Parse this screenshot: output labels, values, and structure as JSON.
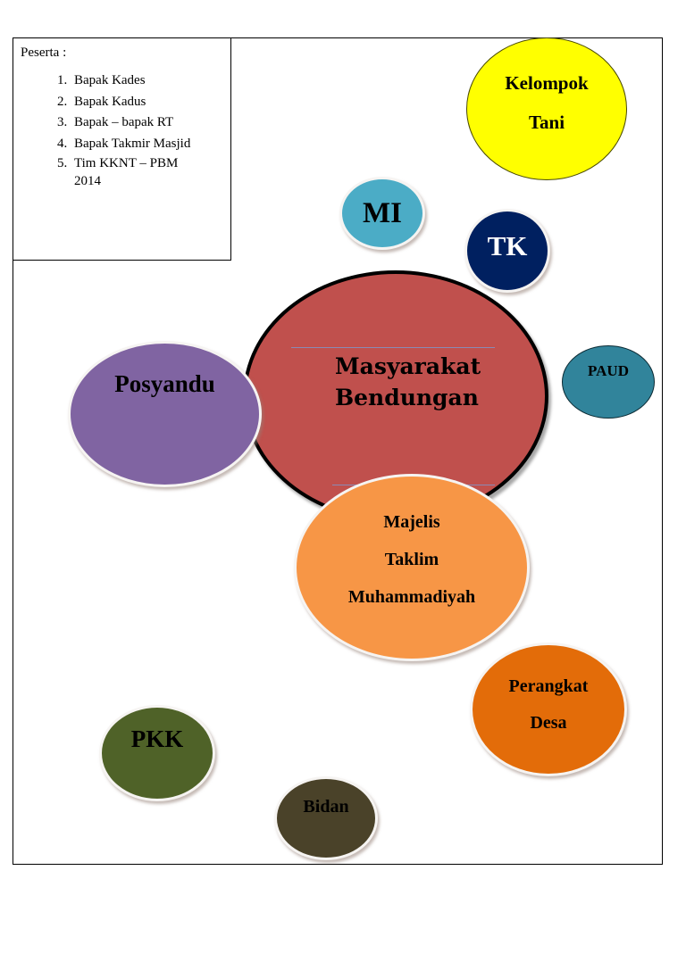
{
  "participants_box": {
    "title": "Peserta :",
    "items": [
      {
        "number": "1.",
        "text": "Bapak Kades"
      },
      {
        "number": "2.",
        "text": "Bapak Kadus"
      },
      {
        "number": "3.",
        "text": "Bapak – bapak RT"
      },
      {
        "number": "4.",
        "text": "Bapak Takmir Masjid"
      },
      {
        "number": "5.",
        "text": "Tim KKNT – PBM 2014"
      }
    ]
  },
  "diagram": {
    "center": {
      "line1": "Masyarakat",
      "line2": "Bendungan",
      "color": "#c0504d"
    },
    "nodes": [
      {
        "id": "kelompok-tani",
        "lines": [
          "Kelompok",
          "Tani"
        ],
        "color": "#ffff00"
      },
      {
        "id": "mi",
        "lines": [
          "MI"
        ],
        "color": "#4bacc6"
      },
      {
        "id": "tk",
        "lines": [
          "TK"
        ],
        "color": "#002060"
      },
      {
        "id": "paud",
        "lines": [
          "PAUD"
        ],
        "color": "#31849b"
      },
      {
        "id": "posyandu",
        "lines": [
          "Posyandu"
        ],
        "color": "#8064a2"
      },
      {
        "id": "majelis-taklim",
        "lines": [
          "Majelis",
          "Taklim",
          "Muhammadiyah"
        ],
        "color": "#f79646"
      },
      {
        "id": "perangkat-desa",
        "lines": [
          "Perangkat",
          "Desa"
        ],
        "color": "#e36c09"
      },
      {
        "id": "pkk",
        "lines": [
          "PKK"
        ],
        "color": "#4f6228"
      },
      {
        "id": "bidan",
        "lines": [
          "Bidan"
        ],
        "color": "#4a4229"
      }
    ]
  }
}
